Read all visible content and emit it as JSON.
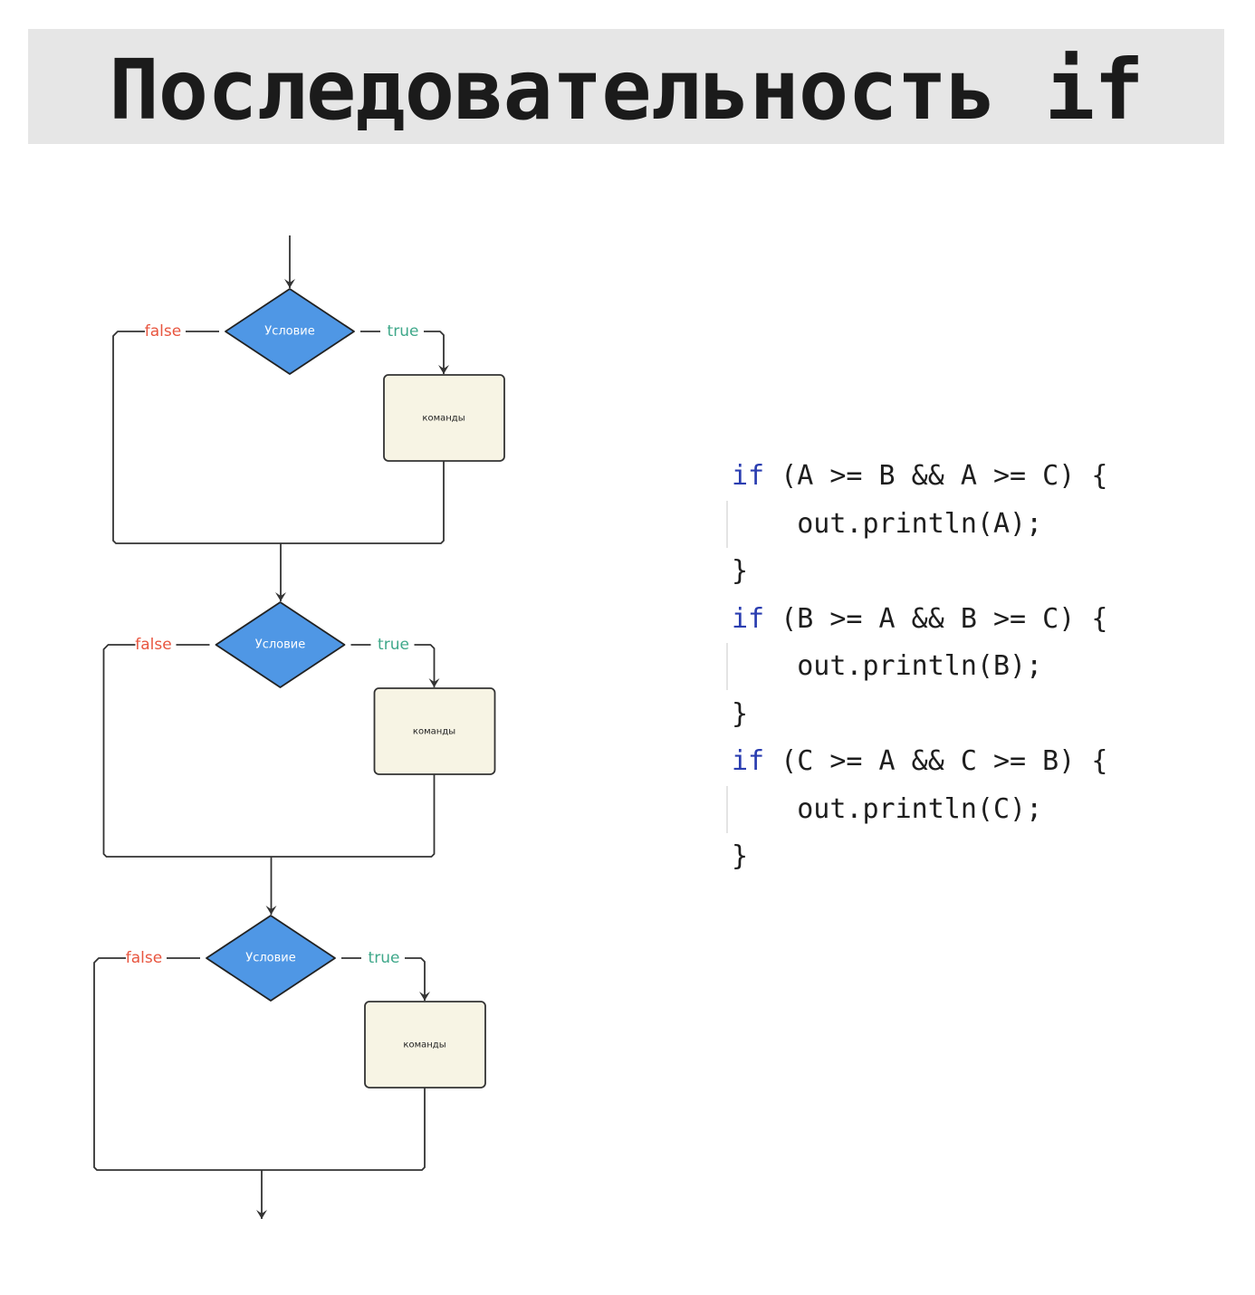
{
  "title": "Последовательность if",
  "flowchart": {
    "blocks": [
      {
        "condition": "Условие",
        "false_label": "false",
        "true_label": "true",
        "action": "команды"
      },
      {
        "condition": "Условие",
        "false_label": "false",
        "true_label": "true",
        "action": "команды"
      },
      {
        "condition": "Условие",
        "false_label": "false",
        "true_label": "true",
        "action": "команды"
      }
    ],
    "colors": {
      "diamond": "#4f97e5",
      "box": "#f7f4e4",
      "false": "#e8553f",
      "true": "#3fa88a",
      "stroke": "#333333"
    }
  },
  "code": {
    "keyword": "if",
    "blocks": [
      {
        "cond": " (A >= B && A >= C) {",
        "body": "    out.println(A);",
        "close": "}"
      },
      {
        "cond": " (B >= A && B >= C) {",
        "body": "    out.println(B);",
        "close": "}"
      },
      {
        "cond": " (C >= A && C >= B) {",
        "body": "    out.println(C);",
        "close": "}"
      }
    ]
  }
}
